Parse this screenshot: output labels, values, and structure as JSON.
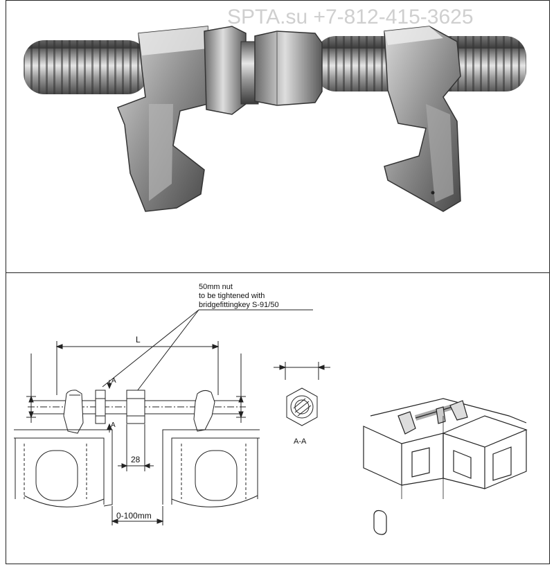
{
  "watermark": {
    "text": "SPTA.su +7-812-415-3625"
  },
  "photo": {
    "subject": "bridge-fitting-photo"
  },
  "drawing": {
    "note_line1": "50mm nut",
    "note_line2": "to be tightened with",
    "note_line3": "bridgefittingkey S-91/50",
    "dim_L": "L",
    "section_marker_A": "A",
    "dim_gap": "28",
    "dim_range": "0-100mm",
    "section_label": "A-A"
  }
}
